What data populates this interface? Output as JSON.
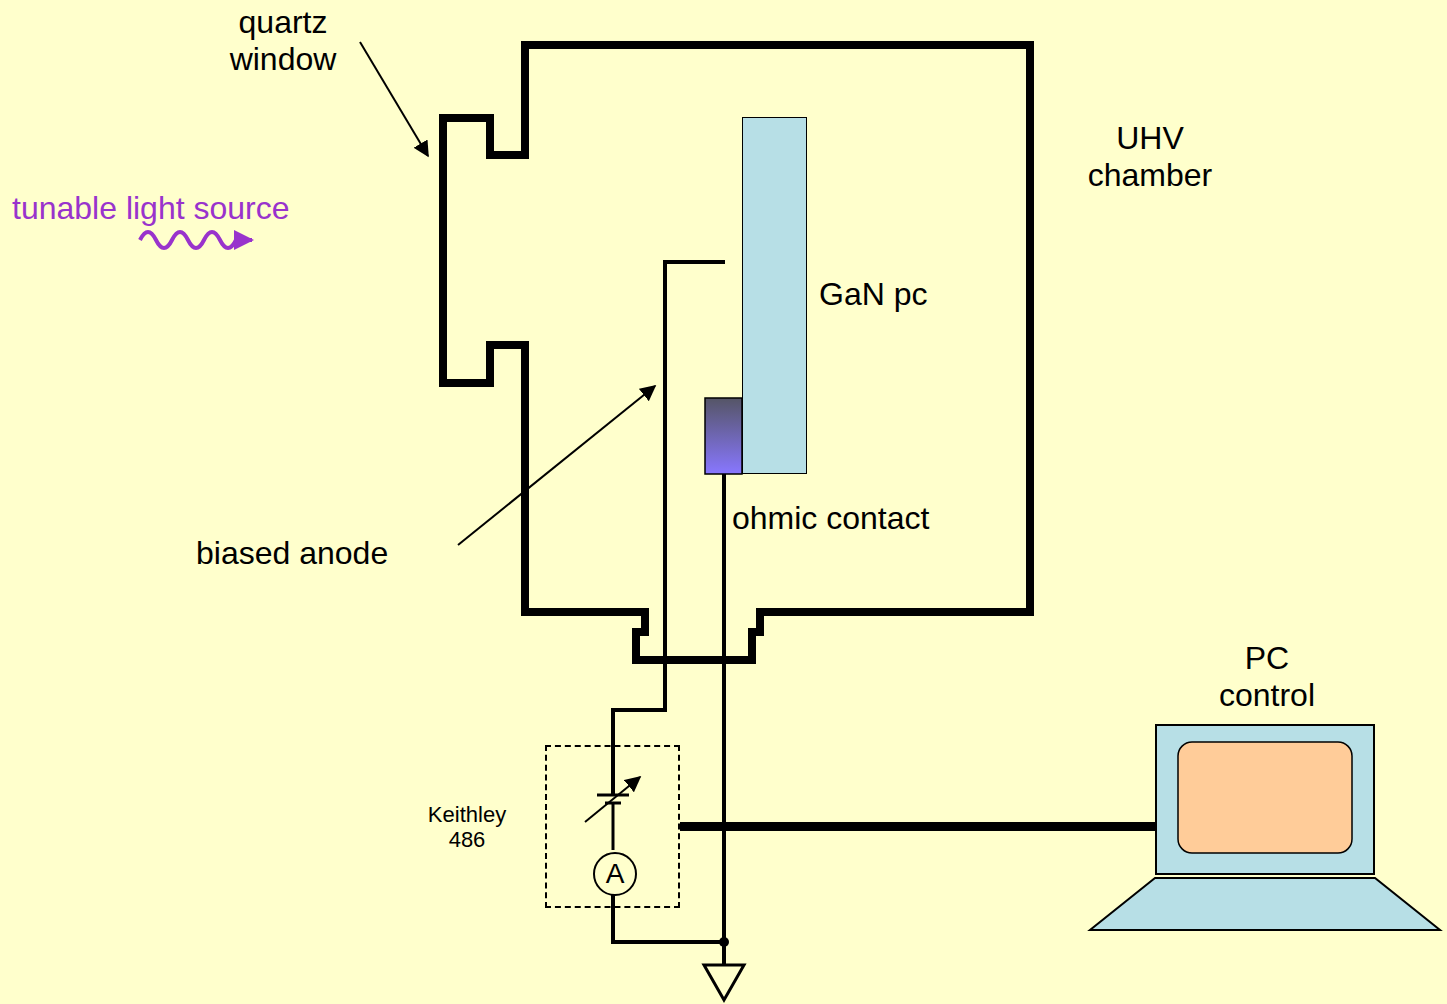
{
  "diagram": {
    "nodes": [
      {
        "text": [
          "UHV chamber"
        ]
      },
      {
        "text": [
          "GaN pc"
        ],
        "in": 0
      },
      {
        "text": [
          "Keithley 486"
        ]
      },
      {
        "text": [
          "A"
        ],
        "in": 2
      },
      {
        "text": [
          "PC control"
        ]
      }
    ],
    "edges": [
      {
        "from": 2,
        "to": 4,
        "arrow": "none"
      }
    ],
    "labels": [
      "quartz window",
      "tunable light source",
      "biased anode",
      "ohmic contact"
    ]
  }
}
